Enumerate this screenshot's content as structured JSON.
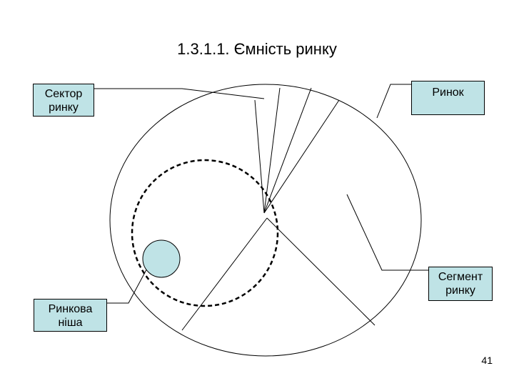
{
  "slide": {
    "title": "1.3.1.1. Ємність ринку",
    "page_number": "41"
  },
  "labels": {
    "sector": "Сектор\nринку",
    "market": "Ринок",
    "segment": "Сегмент\nринку",
    "niche": "Ринкова\nніша"
  },
  "colors": {
    "box_fill": "#bfe3e6",
    "niche_fill": "#bfe3e6",
    "line": "#000000"
  }
}
